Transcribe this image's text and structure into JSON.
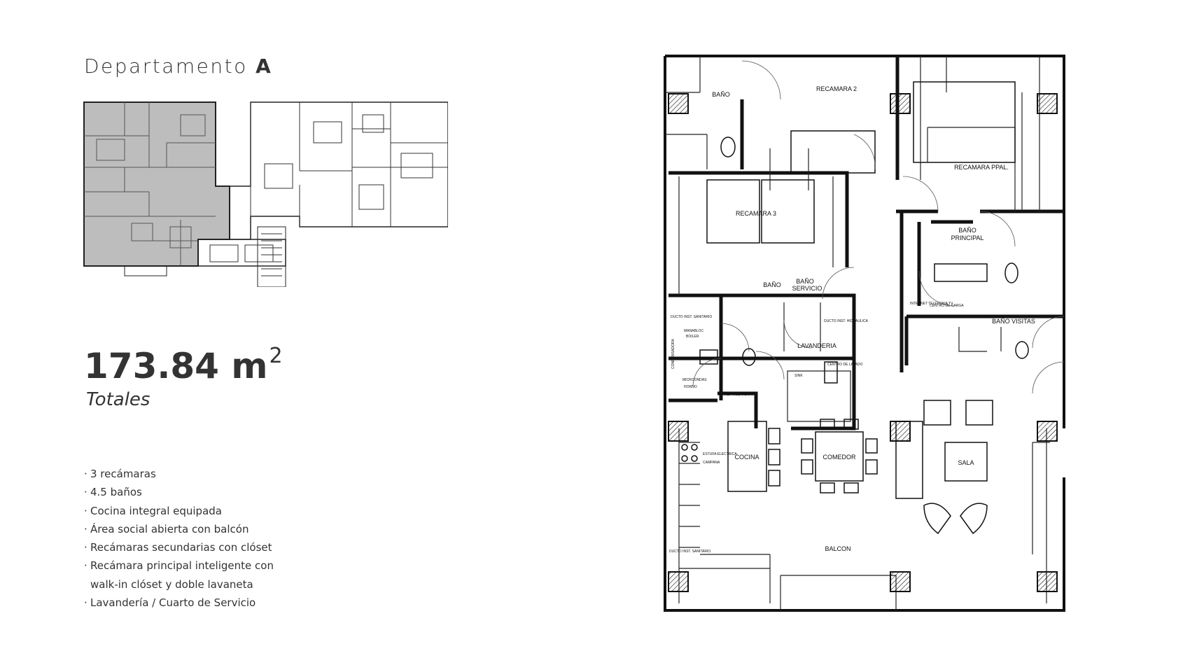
{
  "title": {
    "prefix": "Departamento",
    "letter": "A"
  },
  "area": {
    "value": "173.84 m",
    "unit_sup": "2",
    "label": "Totales"
  },
  "features": [
    "3 recámaras",
    "4.5 baños",
    "Cocina integral equipada",
    "Área social abierta con balcón",
    "Recámaras secundarias con clóset",
    "Recámara principal inteligente con",
    "walk-in clóset y doble lavaneta",
    "Lavandería / Cuarto de Servicio"
  ],
  "floorplan": {
    "rooms": {
      "bano_1": "BAÑO",
      "recamara_2": "RECAMARA 2",
      "recamara_ppal": "RECAMARA PPAL.",
      "recamara_3": "RECAMARA 3",
      "bano_principal_1": "BAÑO",
      "bano_principal_2": "PRINCIPAL",
      "bano_2": "BAÑO",
      "bano_servicio_1": "BAÑO",
      "bano_servicio_2": "SERVICIO",
      "lavanderia": "LAVANDERIA",
      "bano_visitas": "BAÑO VISITAS",
      "cocina": "COCINA",
      "comedor": "COMEDOR",
      "sala": "SALA",
      "balcon": "BALCON"
    },
    "small_labels": {
      "ducto_sanitario": "DUCTO INST. SANITARIO",
      "ducto_hidraulica": "DUCTO INST. HIDRAULICA",
      "manabloc": "MANABLOC",
      "boiler": "BOILER",
      "condensadora": "CONDENSADORA",
      "microondas": "MICROONDAS",
      "horno": "HORNO",
      "refrigerador": "REFRIGERADOR",
      "sink": "SINK",
      "centro_lavado": "CENTRO DE LAVADO",
      "internet": "INTERNET TELEFONIA TV",
      "centro_carga": "CENTRO DE CARGA",
      "estufa": "ESTUFA ELECTRICA",
      "campana": "CAMPANA",
      "ducto_sanitario_2": "DUCTO INST. SANITARIO"
    }
  },
  "colors": {
    "text": "#333333",
    "shade": "#b8b8b8",
    "wall": "#111111"
  }
}
